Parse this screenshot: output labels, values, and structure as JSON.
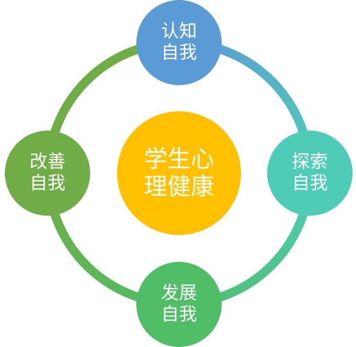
{
  "diagram": {
    "center": {
      "line1": "学生心",
      "line2": "理健康",
      "color": "#ffc000"
    },
    "nodes": {
      "top": {
        "line1": "认知",
        "line2": "自我",
        "color": "#5b9bd5"
      },
      "right": {
        "line1": "探索",
        "line2": "自我",
        "color": "#4fccb8"
      },
      "bottom": {
        "line1": "发展",
        "line2": "自我",
        "color": "#4fbe67"
      },
      "left": {
        "line1": "改善",
        "line2": "自我",
        "color": "#70ad47"
      }
    },
    "ring_colors": {
      "top_right": [
        "#5b9bd5",
        "#4fccb8"
      ],
      "right_bottom": [
        "#4fccb8",
        "#4fbe67"
      ],
      "bottom_left": [
        "#4fbe67",
        "#70ad47"
      ],
      "left_top": [
        "#70ad47",
        "#70ad47"
      ]
    }
  }
}
